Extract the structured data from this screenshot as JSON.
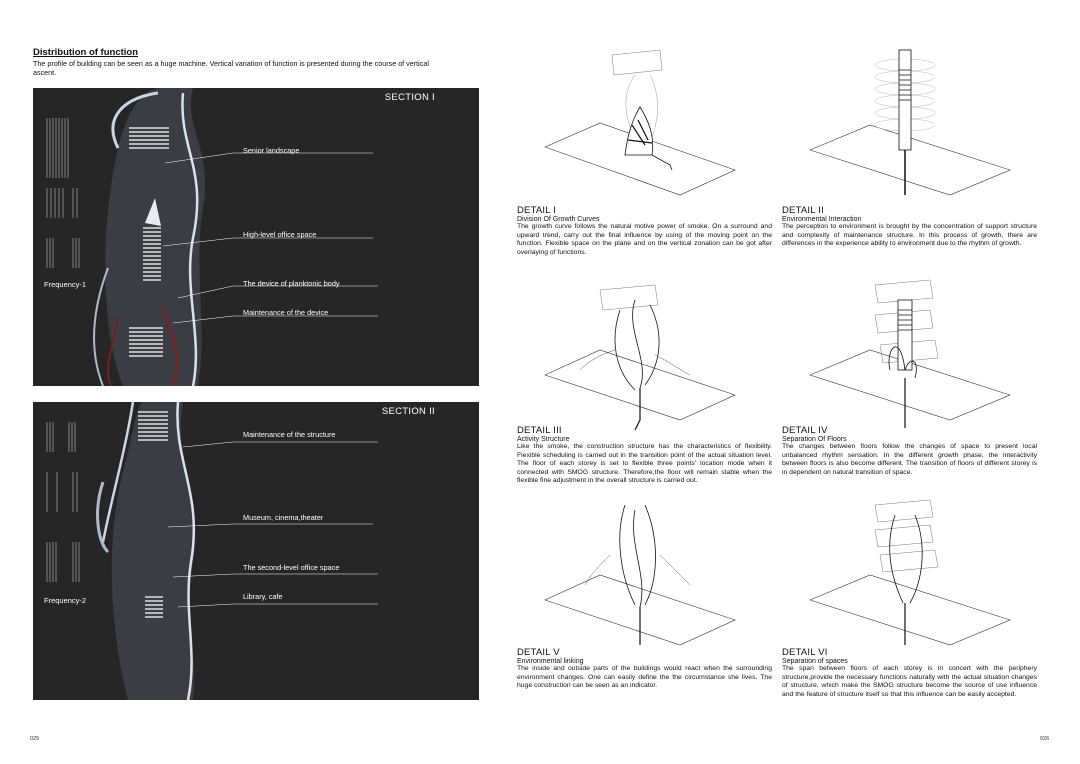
{
  "header": {
    "title": "Distribution of function",
    "intro": "The profile of building can be seen as a huge machine. Vertical variation of function is presented during the course of vertical ascent."
  },
  "section1": {
    "title": "SECTION I",
    "frequency": "Frequency-1",
    "labels": [
      "Senior landscape",
      "High-level office space",
      "The device of planktonic body",
      "Maintenance of the device"
    ]
  },
  "section2": {
    "title": "SECTION II",
    "frequency": "Frequency-2",
    "labels": [
      "Maintenance of the structure",
      "Museum, cinema,theater",
      "The second-level office space",
      "Library, cafe"
    ]
  },
  "details": [
    {
      "title": "DETAIL I",
      "subtitle": "Division Of Growth Curves",
      "body": "The growth curve follows the natural motive power of smoke. On a surround and upward trend, carry out the final influence by using of the moving point on the function. Flexible space on the plane and on the vertical zonation can be got after overlaying of functions."
    },
    {
      "title": "DETAIL II",
      "subtitle": "Environmental Interaction",
      "body": "The perception to environment is brought by the concentration of support structure and complexity of maintenance structure. In this process of growth, there are differences in the experience ability to environment due to the rhythm of growth."
    },
    {
      "title": "DETAIL III",
      "subtitle": "Activity Structure",
      "body": "Like the smoke, the construction structure has the characteristics of flexibility. Flexible scheduling is carried out in the transition point of the actual situation level. The floor of each storey is set to flexible three points' location mode when it connected with SMOG structure. Therefore,the floor will remain stable when the flexible fine adjustment in the overall structure is carried out."
    },
    {
      "title": "DETAIL IV",
      "subtitle": "Separation Of Floors",
      "body": "The changes between floors follow the changes of space to present local unbalanced rhythm sensation. In the different growth phase, the interactivity between floors is also become different. The transition of floors of different storey is in dependent on natural transition of space."
    },
    {
      "title": "DETAIL V",
      "subtitle": "Environmental linking",
      "body": "The inside and outside parts of the buildings would react when the surrounding environment changes. One can easily define the the circumstance she lives. The huge construction can be seen as an indicator."
    },
    {
      "title": "DETAIL VI",
      "subtitle": "Separation of spaces",
      "body": "The span between floors of each storey is in concert with the periphery structure,provide the necessary functions naturally with the actual situation changes of structure, which make the SMOG structure become the source of use influence and the feature of structure itself so that this influence can be easily accepted."
    }
  ],
  "footer": {
    "left_page": "025",
    "right_page": "026"
  }
}
